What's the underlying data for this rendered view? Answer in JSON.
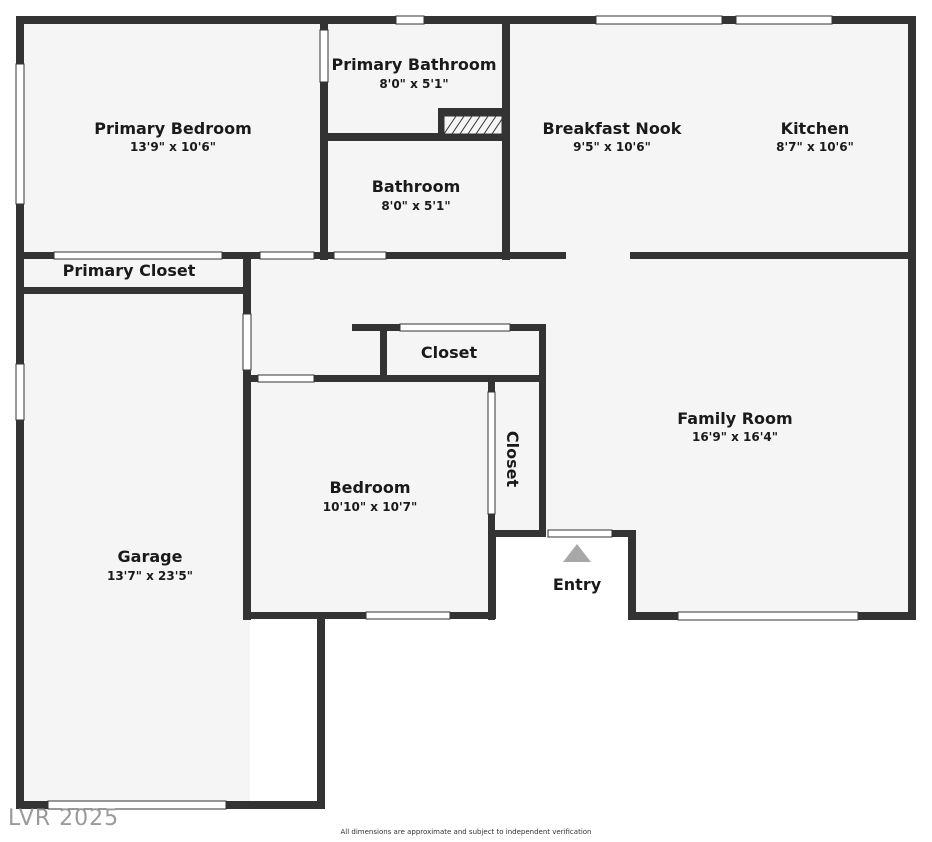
{
  "rooms": {
    "primary_bedroom": {
      "name": "Primary Bedroom",
      "dims": "13'9\" x 10'6\""
    },
    "primary_bathroom": {
      "name": "Primary Bathroom",
      "dims": "8'0\" x 5'1\""
    },
    "bathroom": {
      "name": "Bathroom",
      "dims": "8'0\" x 5'1\""
    },
    "breakfast_nook": {
      "name": "Breakfast Nook",
      "dims": "9'5\" x 10'6\""
    },
    "kitchen": {
      "name": "Kitchen",
      "dims": "8'7\" x 10'6\""
    },
    "primary_closet": {
      "name": "Primary Closet"
    },
    "closet_hall": {
      "name": "Closet"
    },
    "closet_side": {
      "name": "Closet"
    },
    "family_room": {
      "name": "Family Room",
      "dims": "16'9\" x 16'4\""
    },
    "bedroom": {
      "name": "Bedroom",
      "dims": "10'10\" x 10'7\""
    },
    "garage": {
      "name": "Garage",
      "dims": "13'7\" x 23'5\""
    },
    "entry": {
      "name": "Entry"
    }
  },
  "watermark": "LVR 2025",
  "disclaimer": "All dimensions are approximate and subject to independent verification",
  "colors": {
    "wall": "#333333",
    "floor": "#f5f5f5",
    "background": "#ffffff",
    "entry_marker": "#a8a8a8"
  }
}
